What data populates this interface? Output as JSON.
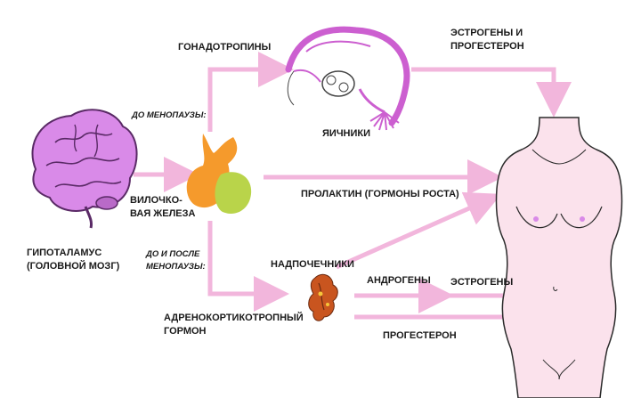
{
  "labels": {
    "gonadotropins": "ГОНАДОТРОПИНЫ",
    "estrogens_progesterone_line1": "ЭСТРОГЕНЫ И",
    "estrogens_progesterone_line2": "ПРОГЕСТЕРОН",
    "ovaries": "ЯИЧНИКИ",
    "before_menopause": "ДО МЕНОПАУЗЫ:",
    "pituitary_line1": "ВИЛОЧКО-",
    "pituitary_line2": "ВАЯ ЖЕЛЕЗА",
    "prolactin": "ПРОЛАКТИН (ГОРМОНЫ РОСТА)",
    "hypothalamus_line1": "ГИПОТАЛАМУС",
    "hypothalamus_line2": "(ГОЛОВНОЙ МОЗГ)",
    "before_after_line1": "ДО И ПОСЛЕ",
    "before_after_line2": "МЕНОПАУЗЫ:",
    "adrenals": "НАДПОЧЕЧНИКИ",
    "androgens": "АНДРОГЕНЫ",
    "estrogens": "ЭСТРОГЕНЫ",
    "acth_line1": "АДРЕНОКОРТИКОТРОПНЫЙ",
    "acth_line2": "ГОРМОН",
    "progesterone": "ПРОГЕСТЕРОН"
  },
  "colors": {
    "arrow": "#f2b6dc",
    "brain": "#d98ae8",
    "brain_outline": "#5a2a66",
    "pituitary_orange": "#f59a2c",
    "pituitary_green": "#b9d44a",
    "ovary": "#cc5fd0",
    "body_skin": "#fbe2ec",
    "body_outline": "#2a2a2a",
    "adrenal": "#c9551f"
  }
}
